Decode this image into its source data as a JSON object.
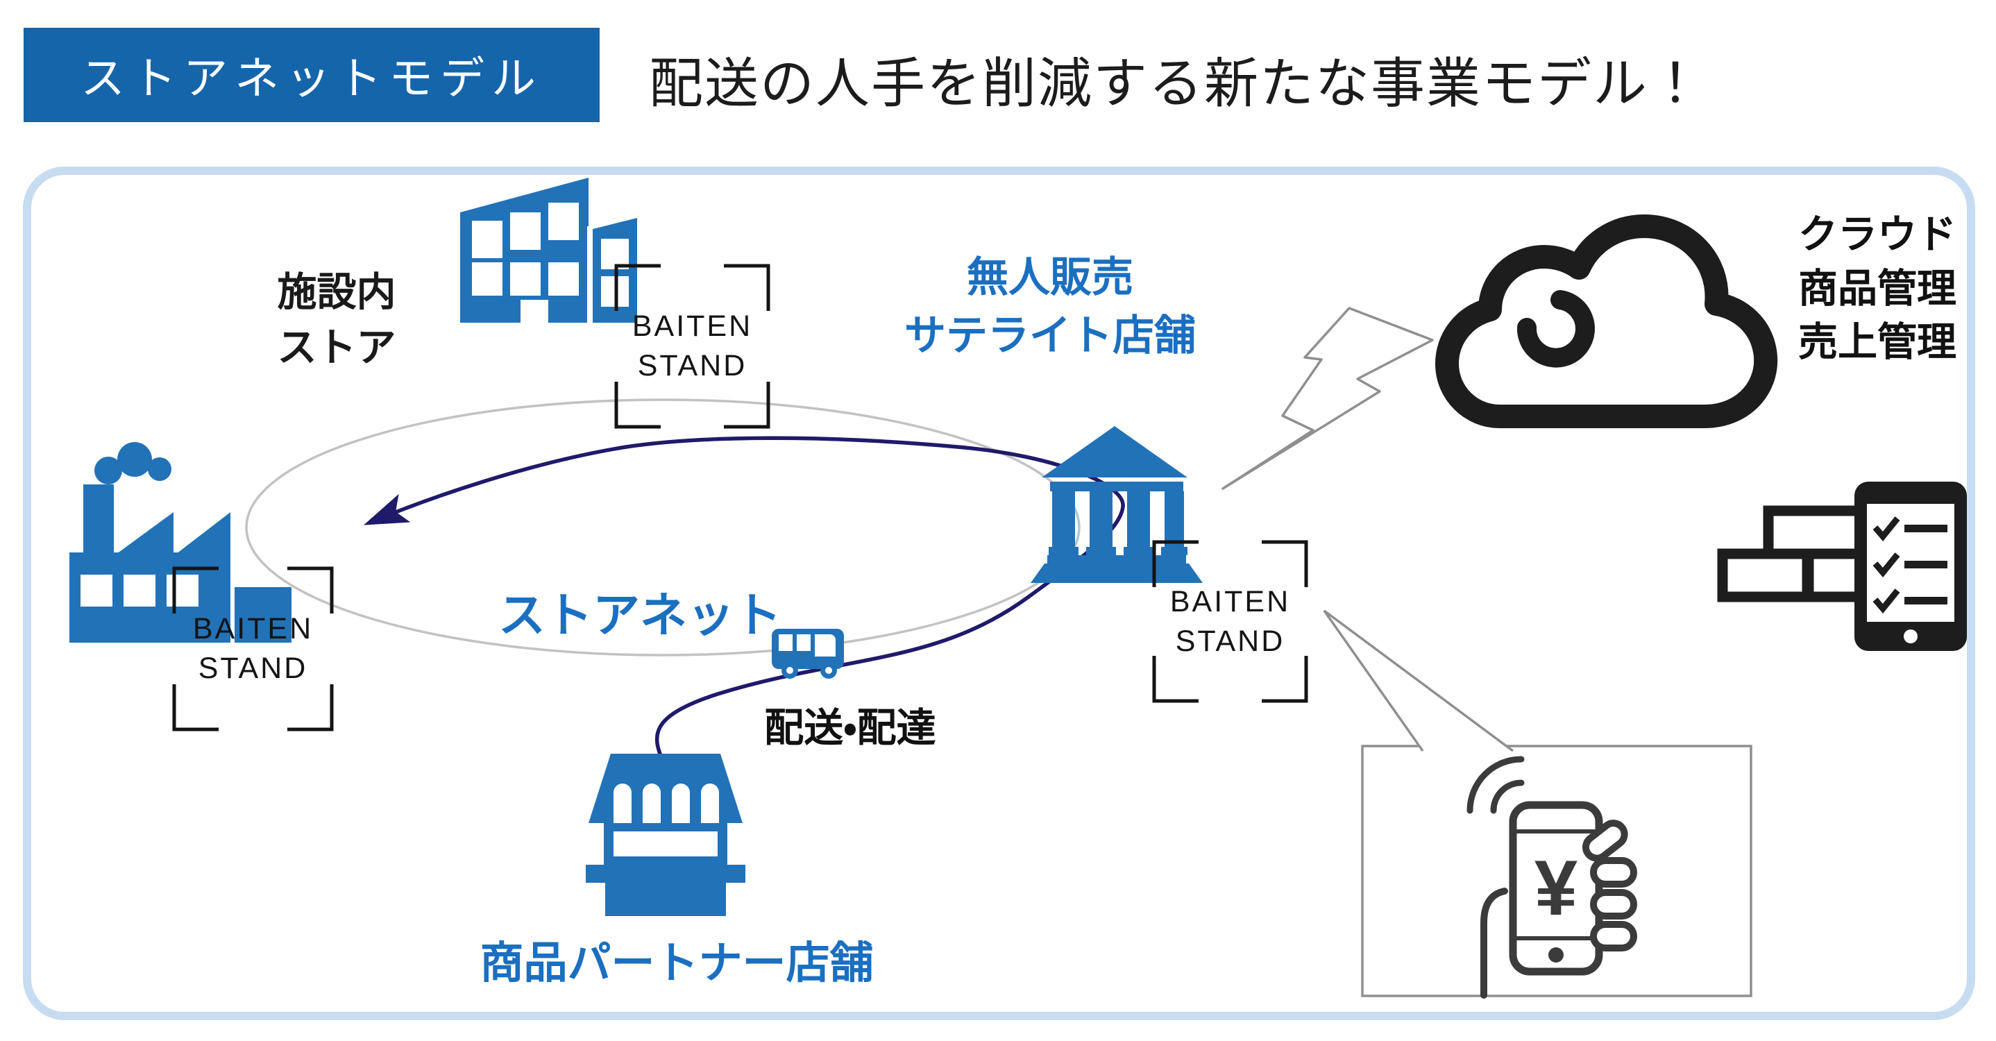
{
  "badge": {
    "label": "ストアネットモデル"
  },
  "header": {
    "title": "配送の人手を削減する新たな事業モデル！"
  },
  "diagram": {
    "facility_store": {
      "line1": "施設内",
      "line2": "ストア"
    },
    "baiten_stand_logo": {
      "line1": "BAITEN",
      "line2": "STAND"
    },
    "satellite_store": {
      "line1": "無人販売",
      "line2": "サテライト店舗"
    },
    "cloud_service": {
      "line1": "クラウド",
      "line2": "商品管理",
      "line3": "売上管理"
    },
    "store_net": {
      "label": "ストアネット"
    },
    "delivery": {
      "label": "配送・配達"
    },
    "partner_store": {
      "label": "商品パートナー店舗"
    },
    "payment_phone": {
      "currency_symbol": "¥"
    },
    "colors": {
      "badge_blue": "#1565ab",
      "icon_blue": "#2272b8",
      "label_blue": "#1b6fc0",
      "arrow_navy": "#201a6b",
      "ellipse_gray": "#c2c2c2",
      "outline_gray": "#8f8f8f",
      "panel_border_blue": "#c7dcf0",
      "ink": "#1a1a1a"
    }
  }
}
